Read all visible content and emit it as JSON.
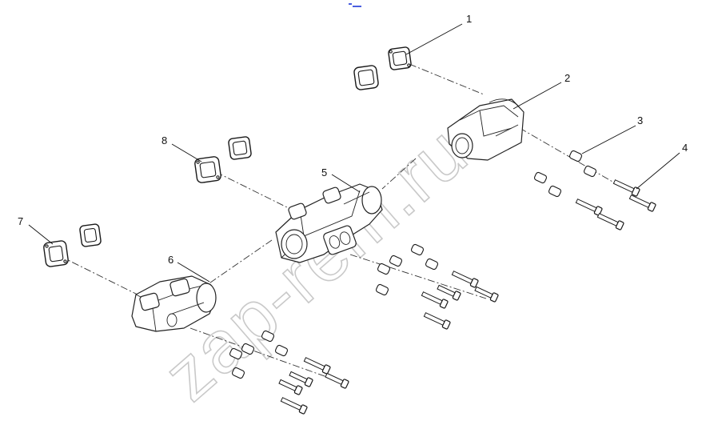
{
  "callouts": [
    {
      "id": "1",
      "label": "1"
    },
    {
      "id": "2",
      "label": "2"
    },
    {
      "id": "3",
      "label": "3"
    },
    {
      "id": "4",
      "label": "4"
    },
    {
      "id": "5",
      "label": "5"
    },
    {
      "id": "6",
      "label": "6"
    },
    {
      "id": "7",
      "label": "7"
    },
    {
      "id": "8",
      "label": "8"
    }
  ],
  "watermark": "zap-rem.ru",
  "colors": {
    "line": "#222222",
    "watermark": "#c9c9c9",
    "mark": "#4a5ee0"
  }
}
